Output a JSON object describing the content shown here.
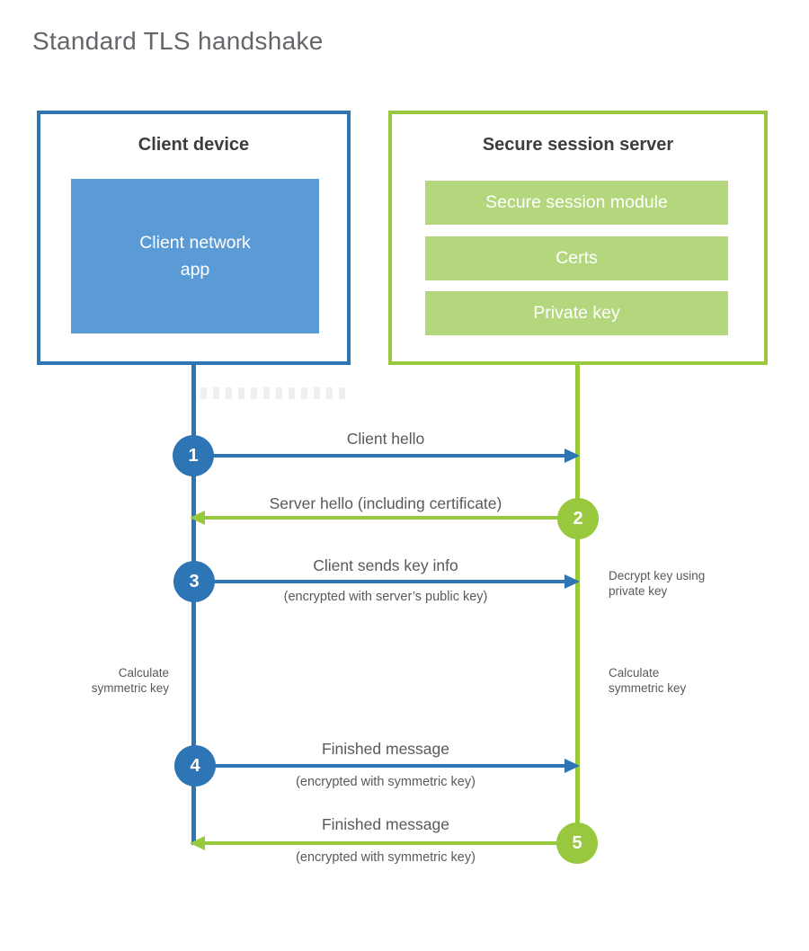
{
  "title": "Standard TLS handshake",
  "colors": {
    "client_accent": "#2e75b6",
    "client_fill": "#5b9bd5",
    "server_accent": "#97c83e",
    "server_fill": "#b4d77e",
    "heading_text": "#3d3d40",
    "label_text": "#58595b",
    "title_text": "#63666a"
  },
  "client": {
    "title": "Client device",
    "app_module": "Client network\napp"
  },
  "server": {
    "title": "Secure session server",
    "modules": [
      "Secure session module",
      "Certs",
      "Private key"
    ]
  },
  "steps": {
    "s1": {
      "num": "1",
      "label": "Client hello"
    },
    "s2": {
      "num": "2",
      "label": "Server hello (including certificate)"
    },
    "s3": {
      "num": "3",
      "label": "Client sends key info",
      "sub": "(encrypted with server’s public key)"
    },
    "s4": {
      "num": "4",
      "label": "Finished message",
      "sub": "(encrypted with symmetric key)"
    },
    "s5": {
      "num": "5",
      "label": "Finished message",
      "sub": "(encrypted with symmetric key)"
    }
  },
  "notes": {
    "decrypt": "Decrypt key using\nprivate key",
    "calc_client": "Calculate\nsymmetric key",
    "calc_server": "Calculate\nsymmetric key"
  }
}
